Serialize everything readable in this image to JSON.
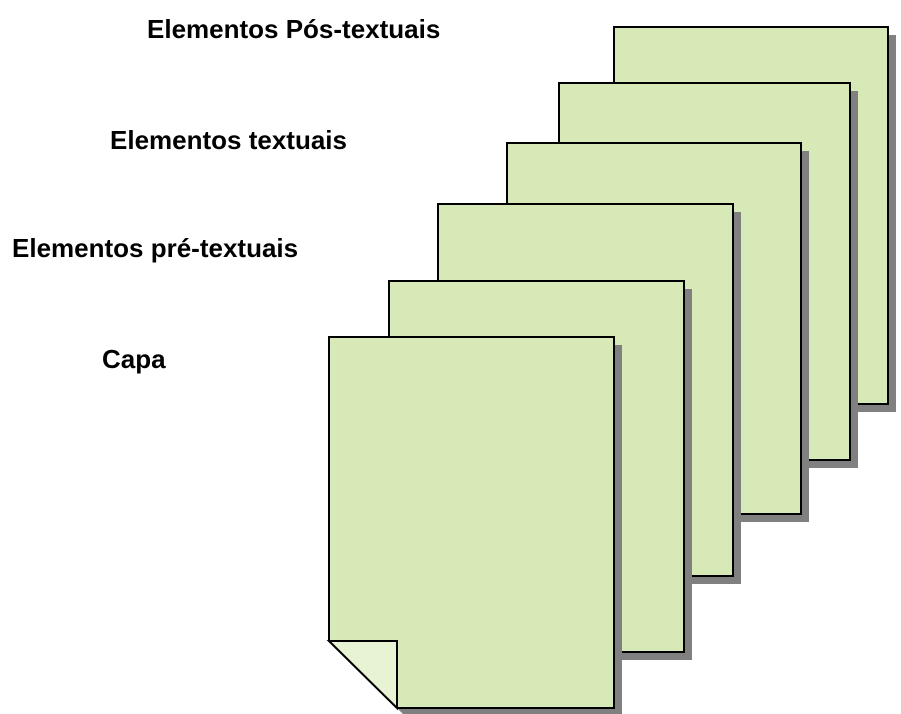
{
  "labels": {
    "pos_textuais": "Elementos Pós-textuais",
    "textuais": "Elementos textuais",
    "pre_textuais": "Elementos pré-textuais",
    "capa": "Capa"
  },
  "colors": {
    "page_fill": "#d8e9b8",
    "page_stroke": "#000000",
    "shadow": "#808080",
    "fold_fill": "#e8f3d3"
  }
}
